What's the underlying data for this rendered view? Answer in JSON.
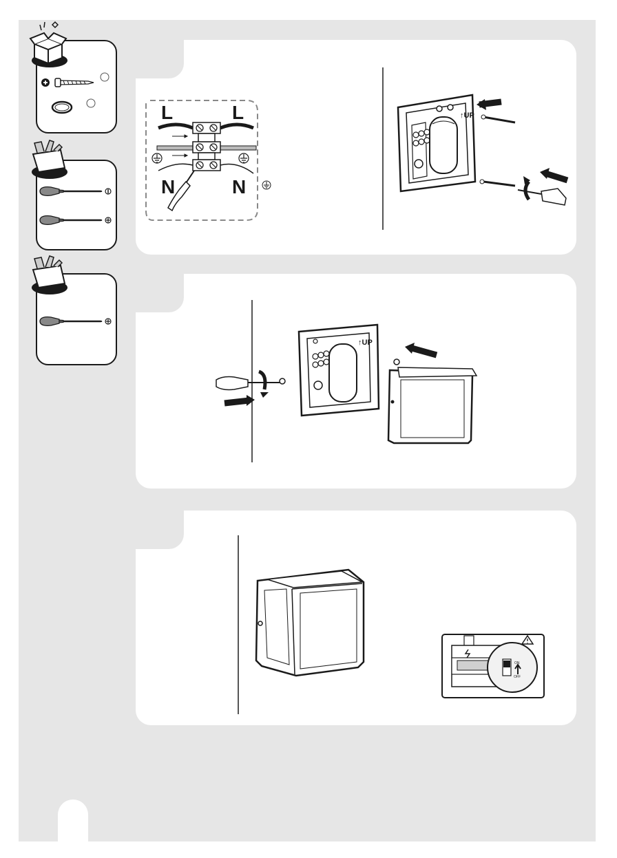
{
  "wiring": {
    "live_left": "L",
    "live_right": "L",
    "neutral_left": "N",
    "neutral_right": "N"
  },
  "mounting": {
    "up_marker_1": "↑UP",
    "up_marker_2": "↑UP"
  },
  "breaker": {
    "on_label": "ON",
    "off_label": "OFF"
  }
}
